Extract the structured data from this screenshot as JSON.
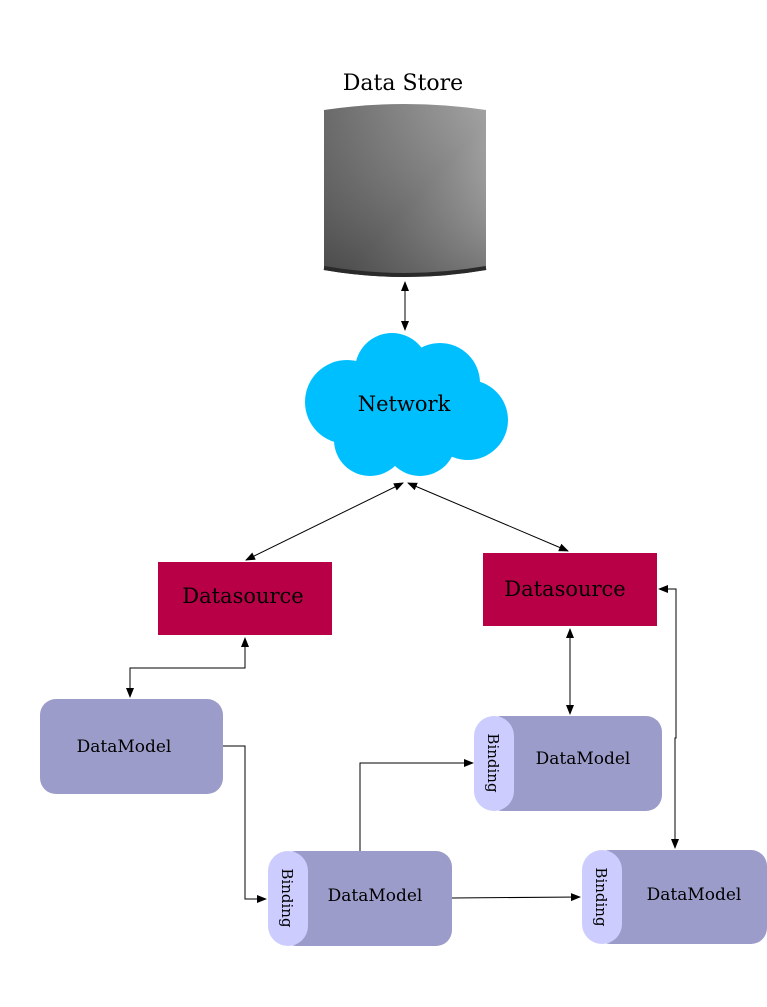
{
  "diagram": {
    "store": {
      "label": "Data Store"
    },
    "network": {
      "label": "Network"
    },
    "datasource_left": {
      "label": "Datasource"
    },
    "datasource_right": {
      "label": "Datasource"
    },
    "model_top_left": {
      "label": "DataModel"
    },
    "model_bottom_mid": {
      "label": "DataModel",
      "binding": "Binding"
    },
    "model_top_right": {
      "label": "DataModel",
      "binding": "Binding"
    },
    "model_bottom_right": {
      "label": "DataModel",
      "binding": "Binding"
    },
    "colors": {
      "cloud": "#00bfff",
      "datasource": "#b80047",
      "datamodel": "#9c9cca",
      "binding": "#ccccff",
      "arrow": "#000000"
    }
  }
}
